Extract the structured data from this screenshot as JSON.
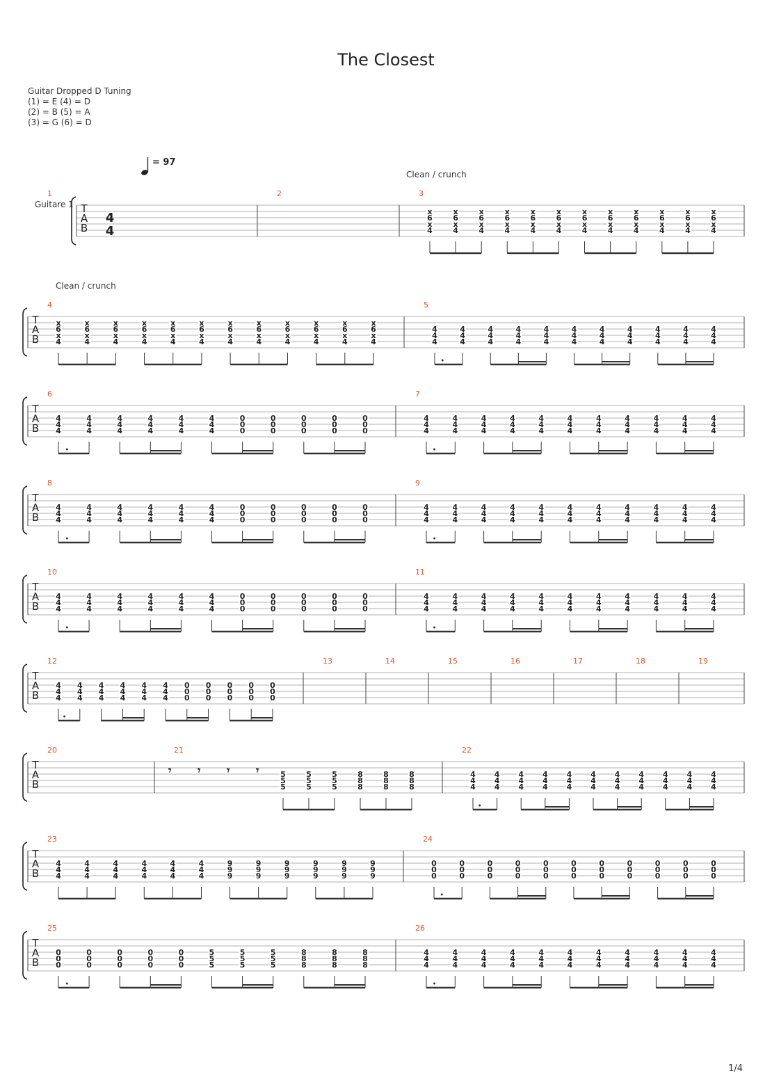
{
  "title": "The Closest",
  "tuning": {
    "heading": "Guitar Dropped D Tuning",
    "lines": [
      "(1) = E (4) = D",
      "(2) = B (5) = A",
      "(3) = G (6) = D"
    ]
  },
  "tempo": {
    "symbol": "♩",
    "text": "= 97"
  },
  "track_name": "Guitare 1",
  "time_signature": {
    "top": "4",
    "bottom": "4"
  },
  "tab_clef": [
    "T",
    "A",
    "B"
  ],
  "annotations": [
    {
      "text": "Clean / crunch",
      "at_measure": "3"
    },
    {
      "text": "Clean / crunch",
      "at_measure": "4"
    }
  ],
  "page_number": "1/4",
  "systems": [
    {
      "measures": [
        {
          "number": "1",
          "cols": []
        },
        {
          "number": "2",
          "cols": []
        },
        {
          "number": "3",
          "cols": [
            [
              "x",
              "6",
              "x",
              "4"
            ],
            [
              "x",
              "6",
              "x",
              "4"
            ],
            [
              "x",
              "6",
              "x",
              "4"
            ],
            [
              "x",
              "6",
              "x",
              "4"
            ],
            [
              "x",
              "6",
              "x",
              "4"
            ],
            [
              "x",
              "6",
              "x",
              "4"
            ],
            [
              "x",
              "6",
              "x",
              "4"
            ],
            [
              "x",
              "6",
              "x",
              "4"
            ],
            [
              "x",
              "6",
              "x",
              "4"
            ],
            [
              "x",
              "6",
              "x",
              "4"
            ],
            [
              "x",
              "6",
              "x",
              "4"
            ],
            [
              "x",
              "6",
              "x",
              "4"
            ]
          ]
        }
      ]
    },
    {
      "measures": [
        {
          "number": "4",
          "cols": [
            [
              "x",
              "6",
              "x",
              "4"
            ],
            [
              "x",
              "6",
              "x",
              "4"
            ],
            [
              "x",
              "6",
              "x",
              "4"
            ],
            [
              "x",
              "6",
              "x",
              "4"
            ],
            [
              "x",
              "6",
              "x",
              "4"
            ],
            [
              "x",
              "6",
              "x",
              "4"
            ],
            [
              "x",
              "6",
              "x",
              "4"
            ],
            [
              "x",
              "6",
              "x",
              "4"
            ],
            [
              "x",
              "6",
              "x",
              "4"
            ],
            [
              "x",
              "6",
              "x",
              "4"
            ],
            [
              "x",
              "6",
              "x",
              "4"
            ],
            [
              "x",
              "6",
              "x",
              "4"
            ]
          ]
        },
        {
          "number": "5",
          "cols": [
            [
              "4",
              "4",
              "4"
            ],
            [
              "4",
              "4",
              "4"
            ],
            [
              "4",
              "4",
              "4"
            ],
            [
              "4",
              "4",
              "4"
            ],
            [
              "4",
              "4",
              "4"
            ],
            [
              "4",
              "4",
              "4"
            ],
            [
              "4",
              "4",
              "4"
            ],
            [
              "4",
              "4",
              "4"
            ],
            [
              "4",
              "4",
              "4"
            ],
            [
              "4",
              "4",
              "4"
            ],
            [
              "4",
              "4",
              "4"
            ]
          ]
        }
      ]
    },
    {
      "measures": [
        {
          "number": "6",
          "cols": [
            [
              "4",
              "4",
              "4"
            ],
            [
              "4",
              "4",
              "4"
            ],
            [
              "4",
              "4",
              "4"
            ],
            [
              "4",
              "4",
              "4"
            ],
            [
              "4",
              "4",
              "4"
            ],
            [
              "4",
              "4",
              "4"
            ],
            [
              "0",
              "0",
              "0"
            ],
            [
              "0",
              "0",
              "0"
            ],
            [
              "0",
              "0",
              "0"
            ],
            [
              "0",
              "0",
              "0"
            ],
            [
              "0",
              "0",
              "0"
            ]
          ]
        },
        {
          "number": "7",
          "cols": [
            [
              "4",
              "4",
              "4"
            ],
            [
              "4",
              "4",
              "4"
            ],
            [
              "4",
              "4",
              "4"
            ],
            [
              "4",
              "4",
              "4"
            ],
            [
              "4",
              "4",
              "4"
            ],
            [
              "4",
              "4",
              "4"
            ],
            [
              "4",
              "4",
              "4"
            ],
            [
              "4",
              "4",
              "4"
            ],
            [
              "4",
              "4",
              "4"
            ],
            [
              "4",
              "4",
              "4"
            ],
            [
              "4",
              "4",
              "4"
            ]
          ]
        }
      ]
    },
    {
      "measures": [
        {
          "number": "8",
          "cols": [
            [
              "4",
              "4",
              "4"
            ],
            [
              "4",
              "4",
              "4"
            ],
            [
              "4",
              "4",
              "4"
            ],
            [
              "4",
              "4",
              "4"
            ],
            [
              "4",
              "4",
              "4"
            ],
            [
              "4",
              "4",
              "4"
            ],
            [
              "0",
              "0",
              "0"
            ],
            [
              "0",
              "0",
              "0"
            ],
            [
              "0",
              "0",
              "0"
            ],
            [
              "0",
              "0",
              "0"
            ],
            [
              "0",
              "0",
              "0"
            ]
          ]
        },
        {
          "number": "9",
          "cols": [
            [
              "4",
              "4",
              "4"
            ],
            [
              "4",
              "4",
              "4"
            ],
            [
              "4",
              "4",
              "4"
            ],
            [
              "4",
              "4",
              "4"
            ],
            [
              "4",
              "4",
              "4"
            ],
            [
              "4",
              "4",
              "4"
            ],
            [
              "4",
              "4",
              "4"
            ],
            [
              "4",
              "4",
              "4"
            ],
            [
              "4",
              "4",
              "4"
            ],
            [
              "4",
              "4",
              "4"
            ],
            [
              "4",
              "4",
              "4"
            ]
          ]
        }
      ]
    },
    {
      "measures": [
        {
          "number": "10",
          "cols": [
            [
              "4",
              "4",
              "4"
            ],
            [
              "4",
              "4",
              "4"
            ],
            [
              "4",
              "4",
              "4"
            ],
            [
              "4",
              "4",
              "4"
            ],
            [
              "4",
              "4",
              "4"
            ],
            [
              "4",
              "4",
              "4"
            ],
            [
              "0",
              "0",
              "0"
            ],
            [
              "0",
              "0",
              "0"
            ],
            [
              "0",
              "0",
              "0"
            ],
            [
              "0",
              "0",
              "0"
            ],
            [
              "0",
              "0",
              "0"
            ]
          ]
        },
        {
          "number": "11",
          "cols": [
            [
              "4",
              "4",
              "4"
            ],
            [
              "4",
              "4",
              "4"
            ],
            [
              "4",
              "4",
              "4"
            ],
            [
              "4",
              "4",
              "4"
            ],
            [
              "4",
              "4",
              "4"
            ],
            [
              "4",
              "4",
              "4"
            ],
            [
              "4",
              "4",
              "4"
            ],
            [
              "4",
              "4",
              "4"
            ],
            [
              "4",
              "4",
              "4"
            ],
            [
              "4",
              "4",
              "4"
            ],
            [
              "4",
              "4",
              "4"
            ]
          ]
        }
      ]
    },
    {
      "measures": [
        {
          "number": "12",
          "cols": [
            [
              "4",
              "4",
              "4"
            ],
            [
              "4",
              "4",
              "4"
            ],
            [
              "4",
              "4",
              "4"
            ],
            [
              "4",
              "4",
              "4"
            ],
            [
              "4",
              "4",
              "4"
            ],
            [
              "4",
              "4",
              "4"
            ],
            [
              "0",
              "0",
              "0"
            ],
            [
              "0",
              "0",
              "0"
            ],
            [
              "0",
              "0",
              "0"
            ],
            [
              "0",
              "0",
              "0"
            ],
            [
              "0",
              "0",
              "0"
            ]
          ]
        },
        {
          "number": "13",
          "cols": []
        },
        {
          "number": "14",
          "cols": []
        },
        {
          "number": "15",
          "cols": []
        },
        {
          "number": "16",
          "cols": []
        },
        {
          "number": "17",
          "cols": []
        },
        {
          "number": "18",
          "cols": []
        },
        {
          "number": "19",
          "cols": []
        }
      ]
    },
    {
      "measures": [
        {
          "number": "20",
          "cols": []
        },
        {
          "number": "21",
          "rests": 4,
          "cols": [
            [
              "5",
              "5",
              "5"
            ],
            [
              "5",
              "5",
              "5"
            ],
            [
              "5",
              "5",
              "5"
            ],
            [
              "8",
              "8",
              "8"
            ],
            [
              "8",
              "8",
              "8"
            ],
            [
              "8",
              "8",
              "8"
            ]
          ]
        },
        {
          "number": "22",
          "cols": [
            [
              "4",
              "4",
              "4"
            ],
            [
              "4",
              "4",
              "4"
            ],
            [
              "4",
              "4",
              "4"
            ],
            [
              "4",
              "4",
              "4"
            ],
            [
              "4",
              "4",
              "4"
            ],
            [
              "4",
              "4",
              "4"
            ],
            [
              "4",
              "4",
              "4"
            ],
            [
              "4",
              "4",
              "4"
            ],
            [
              "4",
              "4",
              "4"
            ],
            [
              "4",
              "4",
              "4"
            ],
            [
              "4",
              "4",
              "4"
            ]
          ]
        }
      ]
    },
    {
      "measures": [
        {
          "number": "23",
          "cols": [
            [
              "4",
              "4",
              "4"
            ],
            [
              "4",
              "4",
              "4"
            ],
            [
              "4",
              "4",
              "4"
            ],
            [
              "4",
              "4",
              "4"
            ],
            [
              "4",
              "4",
              "4"
            ],
            [
              "4",
              "4",
              "4"
            ],
            [
              "9",
              "9",
              "9"
            ],
            [
              "9",
              "9",
              "9"
            ],
            [
              "9",
              "9",
              "9"
            ],
            [
              "9",
              "9",
              "9"
            ],
            [
              "9",
              "9",
              "9"
            ],
            [
              "9",
              "9",
              "9"
            ]
          ]
        },
        {
          "number": "24",
          "cols": [
            [
              "0",
              "0",
              "0"
            ],
            [
              "0",
              "0",
              "0"
            ],
            [
              "0",
              "0",
              "0"
            ],
            [
              "0",
              "0",
              "0"
            ],
            [
              "0",
              "0",
              "0"
            ],
            [
              "0",
              "0",
              "0"
            ],
            [
              "0",
              "0",
              "0"
            ],
            [
              "0",
              "0",
              "0"
            ],
            [
              "0",
              "0",
              "0"
            ],
            [
              "0",
              "0",
              "0"
            ],
            [
              "0",
              "0",
              "0"
            ]
          ]
        }
      ]
    },
    {
      "measures": [
        {
          "number": "25",
          "cols": [
            [
              "0",
              "0",
              "0"
            ],
            [
              "0",
              "0",
              "0"
            ],
            [
              "0",
              "0",
              "0"
            ],
            [
              "0",
              "0",
              "0"
            ],
            [
              "0",
              "0",
              "0"
            ],
            [
              "5",
              "5",
              "5"
            ],
            [
              "5",
              "5",
              "5"
            ],
            [
              "5",
              "5",
              "5"
            ],
            [
              "8",
              "8",
              "8"
            ],
            [
              "8",
              "8",
              "8"
            ],
            [
              "8",
              "8",
              "8"
            ]
          ]
        },
        {
          "number": "26",
          "cols": [
            [
              "4",
              "4",
              "4"
            ],
            [
              "4",
              "4",
              "4"
            ],
            [
              "4",
              "4",
              "4"
            ],
            [
              "4",
              "4",
              "4"
            ],
            [
              "4",
              "4",
              "4"
            ],
            [
              "4",
              "4",
              "4"
            ],
            [
              "4",
              "4",
              "4"
            ],
            [
              "4",
              "4",
              "4"
            ],
            [
              "4",
              "4",
              "4"
            ],
            [
              "4",
              "4",
              "4"
            ],
            [
              "4",
              "4",
              "4"
            ]
          ]
        }
      ]
    }
  ]
}
